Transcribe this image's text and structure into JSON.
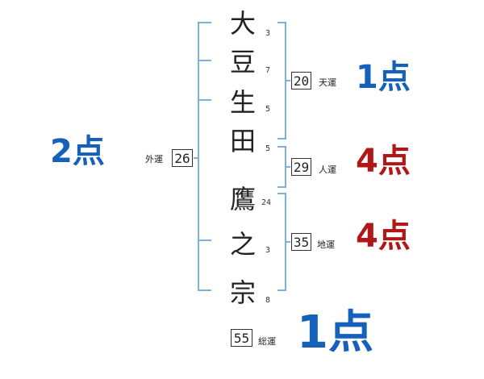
{
  "name": {
    "chars": [
      "大",
      "豆",
      "生",
      "田",
      "鷹",
      "之",
      "宗"
    ],
    "strokes": [
      "3",
      "7",
      "5",
      "5",
      "24",
      "3",
      "8"
    ]
  },
  "fortunes": {
    "tenun": {
      "value": "20",
      "label": "天運",
      "score": "1点"
    },
    "jinun": {
      "value": "29",
      "label": "人運",
      "score": "4点"
    },
    "chiun": {
      "value": "35",
      "label": "地運",
      "score": "4点"
    },
    "gaiun": {
      "value": "26",
      "label": "外運",
      "score": "2点"
    },
    "souun": {
      "value": "55",
      "label": "総運",
      "score": "1点"
    }
  },
  "colors": {
    "line": "#7fb0d8",
    "blue": "#1560b8",
    "red": "#b01818"
  }
}
